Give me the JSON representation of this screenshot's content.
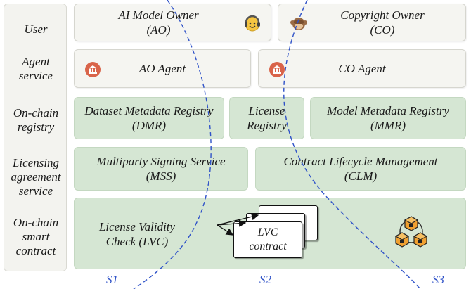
{
  "rows": [
    {
      "label": "User"
    },
    {
      "label": "Agent\nservice"
    },
    {
      "label": "On-chain\nregistry"
    },
    {
      "label": "Licensing\nagreement\nservice"
    },
    {
      "label": "On-chain\nsmart\ncontract"
    }
  ],
  "user": {
    "ai_owner": "AI Model Owner\n(AO)",
    "copyright_owner": "Copyright Owner\n(CO)"
  },
  "agents": {
    "ao_agent": "AO Agent",
    "co_agent": "CO Agent"
  },
  "registry": {
    "dmr": "Dataset Metadata Registry\n(DMR)",
    "license": "License\nRegistry",
    "mmr": "Model Metadata Registry\n(MMR)"
  },
  "licensing": {
    "mss": "Multiparty Signing Service\n(MSS)",
    "clm": "Contract Lifecycle Management\n(CLM)"
  },
  "smart_contract": {
    "lvc_check": "License Validity\nCheck (LVC)",
    "lvc_contract": "LVC\ncontract"
  },
  "scenarios": [
    "S1",
    "S2",
    "S3"
  ],
  "icons": {
    "ao_owner": "headset-smiley-icon",
    "co_owner": "see-no-evil-monkey-icon",
    "ao_agent": "bank-icon",
    "co_agent": "bank-icon",
    "blockchain": "blockchain-cubes-icon"
  },
  "colors": {
    "green_box": "#d5e6d3",
    "light_box": "#f5f5f1",
    "divider": "#2f52c8",
    "agent_icon": "#d9644a",
    "chain_icon": "#f0a030"
  }
}
